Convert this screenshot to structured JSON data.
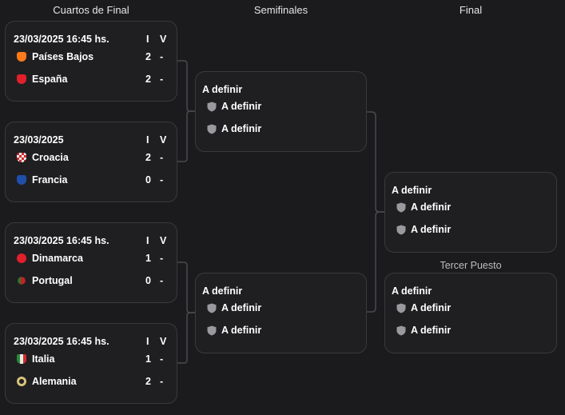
{
  "columns": {
    "quarterfinals": "Cuartos de Final",
    "semifinals": "Semifinales",
    "final": "Final",
    "third_place": "Tercer Puesto"
  },
  "score_headers": {
    "ida": "I",
    "vuelta": "V"
  },
  "quarterfinals": [
    {
      "date": "23/03/2025 16:45 hs.",
      "home": {
        "name": "Países Bajos",
        "flag_icon": "netherlands-flag-icon",
        "ida": "2",
        "vuelta": "-"
      },
      "away": {
        "name": "España",
        "flag_icon": "spain-flag-icon",
        "ida": "2",
        "vuelta": "-"
      }
    },
    {
      "date": "23/03/2025",
      "home": {
        "name": "Croacia",
        "flag_icon": "croatia-flag-icon",
        "ida": "2",
        "vuelta": "-"
      },
      "away": {
        "name": "Francia",
        "flag_icon": "france-flag-icon",
        "ida": "0",
        "vuelta": "-"
      }
    },
    {
      "date": "23/03/2025 16:45 hs.",
      "home": {
        "name": "Dinamarca",
        "flag_icon": "denmark-flag-icon",
        "ida": "1",
        "vuelta": "-"
      },
      "away": {
        "name": "Portugal",
        "flag_icon": "portugal-flag-icon",
        "ida": "0",
        "vuelta": "-"
      }
    },
    {
      "date": "23/03/2025 16:45 hs.",
      "home": {
        "name": "Italia",
        "flag_icon": "italy-flag-icon",
        "ida": "1",
        "vuelta": "-"
      },
      "away": {
        "name": "Alemania",
        "flag_icon": "germany-flag-icon",
        "ida": "2",
        "vuelta": "-"
      }
    }
  ],
  "semifinals": [
    {
      "title": "A definir",
      "home": "A definir",
      "away": "A definir"
    },
    {
      "title": "A definir",
      "home": "A definir",
      "away": "A definir"
    }
  ],
  "final": {
    "title": "A definir",
    "home": "A definir",
    "away": "A definir"
  },
  "third_place_match": {
    "title": "A definir",
    "home": "A definir",
    "away": "A definir"
  },
  "colors": {
    "background": "#1b1b1d",
    "card": "#1f1f21",
    "card_border": "#3a3a3d",
    "connector": "#4a4a4e"
  }
}
